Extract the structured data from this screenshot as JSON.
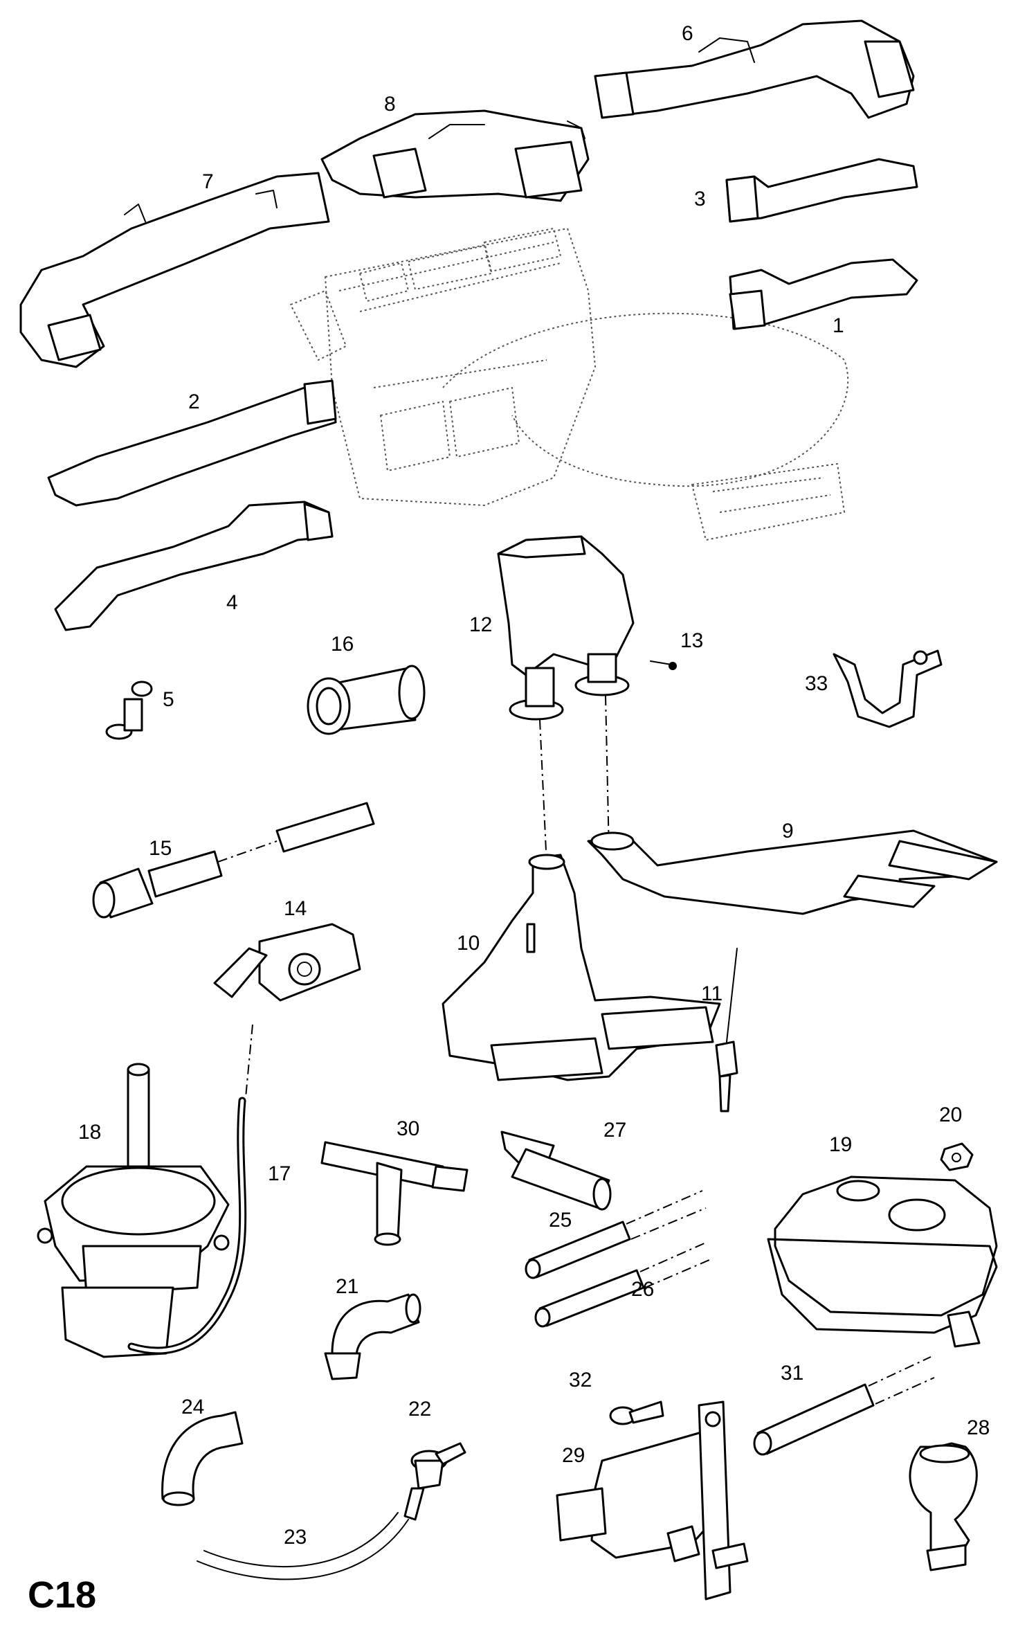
{
  "page": {
    "code": "C18"
  },
  "callouts": [
    "1",
    "2",
    "3",
    "4",
    "5",
    "6",
    "7",
    "8",
    "9",
    "10",
    "11",
    "12",
    "13",
    "14",
    "15",
    "16",
    "17",
    "18",
    "19",
    "20",
    "21",
    "22",
    "23",
    "24",
    "25",
    "26",
    "27",
    "28",
    "29",
    "30",
    "31",
    "32",
    "33"
  ]
}
